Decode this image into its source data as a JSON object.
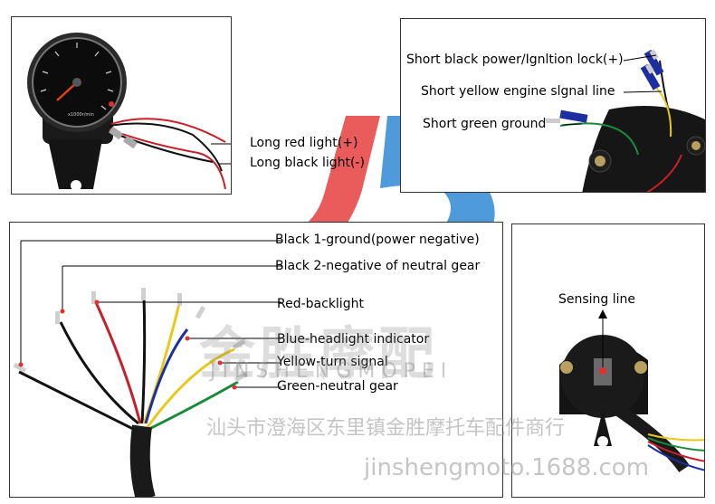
{
  "brand": {
    "logo_text": "JS",
    "logo_colors": [
      "#e84a4a",
      "#3b8fd6"
    ]
  },
  "panel_top_left": {
    "labels": [
      {
        "key": "long_red",
        "text": "Long red light(+)"
      },
      {
        "key": "long_black",
        "text": "Long black light(-)"
      }
    ],
    "gauge_label": "x1000r/min"
  },
  "panel_top_right": {
    "labels": [
      {
        "key": "short_black",
        "text": "Short black power/Ignltion lock(+)"
      },
      {
        "key": "short_yellow",
        "text": "Short yellow engine slgnal line"
      },
      {
        "key": "short_green",
        "text": "Short green ground"
      }
    ]
  },
  "panel_bottom_left": {
    "labels": [
      {
        "key": "black1",
        "text": "Black 1-ground(power negative)"
      },
      {
        "key": "black2",
        "text": "Black 2-negative of neutral gear"
      },
      {
        "key": "red",
        "text": "Red-backlight"
      },
      {
        "key": "blue",
        "text": "Blue-headlight indicator"
      },
      {
        "key": "yellow",
        "text": "Yellow-turn signal"
      },
      {
        "key": "green",
        "text": "Green-neutral gear"
      }
    ],
    "wire_colors": {
      "black": "#111111",
      "red": "#c8202a",
      "yellow": "#e8c81a",
      "blue": "#1d2fa0",
      "green": "#1c8a3c"
    }
  },
  "panel_bottom_right": {
    "labels": [
      {
        "key": "sensing",
        "text": "Sensing line"
      }
    ]
  },
  "watermark": {
    "chinese": "金胜摩配",
    "pinyin": "JINSHENGMOPEI",
    "shop": "汕头市澄海区东里镇金胜摩托车配件商行",
    "url": "jinshengmoto.1688.com"
  }
}
